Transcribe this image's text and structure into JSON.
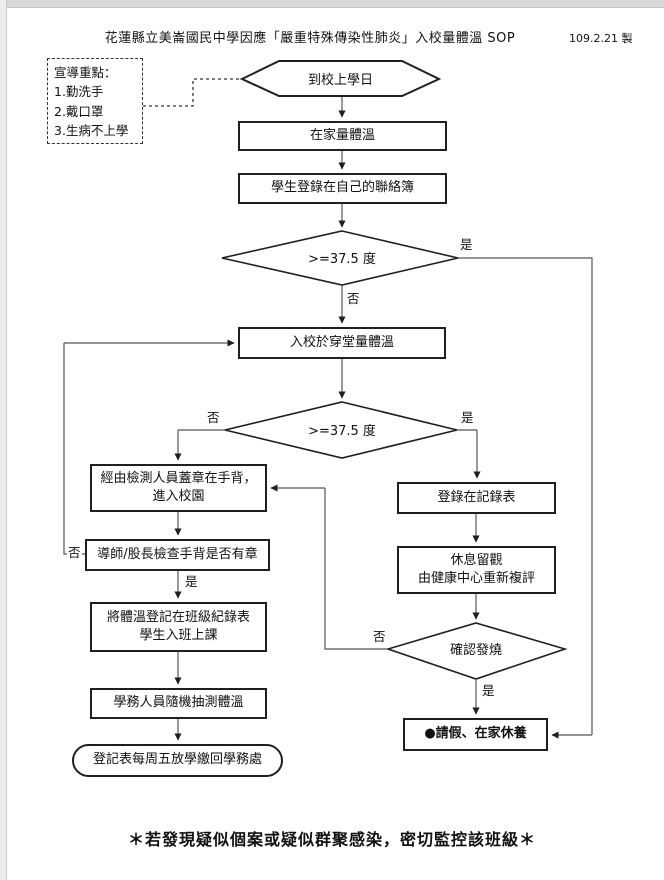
{
  "page": {
    "title": "花蓮縣立美崙國民中學因應「嚴重特殊傳染性肺炎」入校量體溫 SOP",
    "date_note": "109.2.21 製",
    "footer": "＊若發現疑似個案或疑似群聚感染，密切監控該班級＊"
  },
  "note_box": {
    "heading": "宣導重點：",
    "items": [
      "1.勤洗手",
      "2.戴口罩",
      "3.生病不上學"
    ]
  },
  "nodes": {
    "start": "到校上學日",
    "home_measure": "在家量體溫",
    "student_log": "學生登錄在自己的聯絡簿",
    "check_temp1": ">=37.5 度",
    "school_measure": "入校於穿堂量體溫",
    "check_temp2": ">=37.5 度",
    "stamp_line1": "經由檢測人員蓋章在手背，",
    "stamp_line2": "進入校園",
    "teacher_check": "導師/股長檢查手背是否有章",
    "class_record_line1": "將體溫登記在班級紀錄表",
    "class_record_line2": "學生入班上課",
    "random_check": "學務人員隨機抽測體溫",
    "return_form": "登記表每周五放學繳回學務處",
    "record_table": "登錄在記錄表",
    "rest_line1": "休息留觀",
    "rest_line2": "由健康中心重新複評",
    "confirm_fever": "確認發燒",
    "leave_home": "●請假、在家休養"
  },
  "labels": {
    "yes": "是",
    "no": "否"
  },
  "colors": {
    "line": "#555555",
    "border": "#1f1f1f"
  }
}
